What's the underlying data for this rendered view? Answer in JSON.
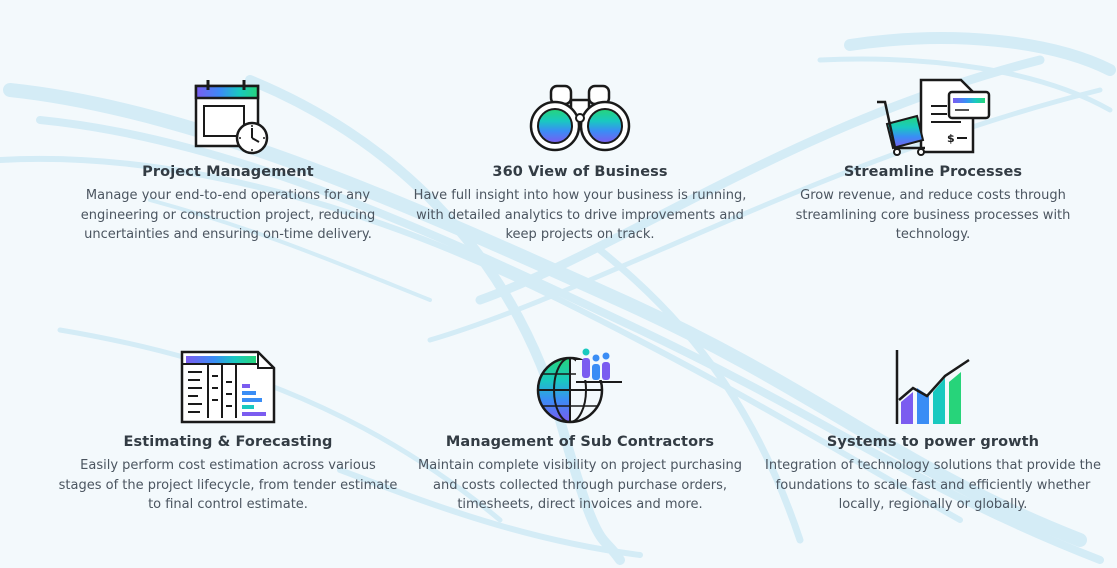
{
  "features": [
    {
      "title": "Project Management",
      "description": "Manage your end-to-end operations for any engineering or construction project, reducing uncertainties and ensuring on-time delivery.",
      "icon": "calendar-clock-icon"
    },
    {
      "title": "360 View of Business",
      "description": "Have full insight into how your business is running, with detailed analytics to drive improvements and keep projects on track.",
      "icon": "binoculars-icon"
    },
    {
      "title": "Streamline Processes",
      "description": "Grow revenue, and reduce costs through streamlining core business processes with technology.",
      "icon": "invoice-cart-icon"
    },
    {
      "title": "Estimating & Forecasting",
      "description": "Easily perform cost estimation across various stages of the project lifecycle, from tender estimate to final control estimate.",
      "icon": "spreadsheet-icon"
    },
    {
      "title": "Management of Sub Contractors",
      "description": "Maintain complete visibility on project purchasing and costs collected through purchase orders, timesheets, direct invoices and more.",
      "icon": "globe-people-icon"
    },
    {
      "title": "Systems to power growth",
      "description": "Integration of technology solutions that provide the foundations to scale fast and efficiently whether locally, regionally or globally.",
      "icon": "growth-chart-icon"
    }
  ],
  "colors": {
    "background": "#f3f9fc",
    "gradient_purple": "#7b5cf0",
    "gradient_blue": "#3a8df5",
    "gradient_teal": "#19c9c0",
    "gradient_green": "#27d47a",
    "outline": "#1a1a1a",
    "title": "#333c44",
    "body_text": "#4b5560"
  }
}
